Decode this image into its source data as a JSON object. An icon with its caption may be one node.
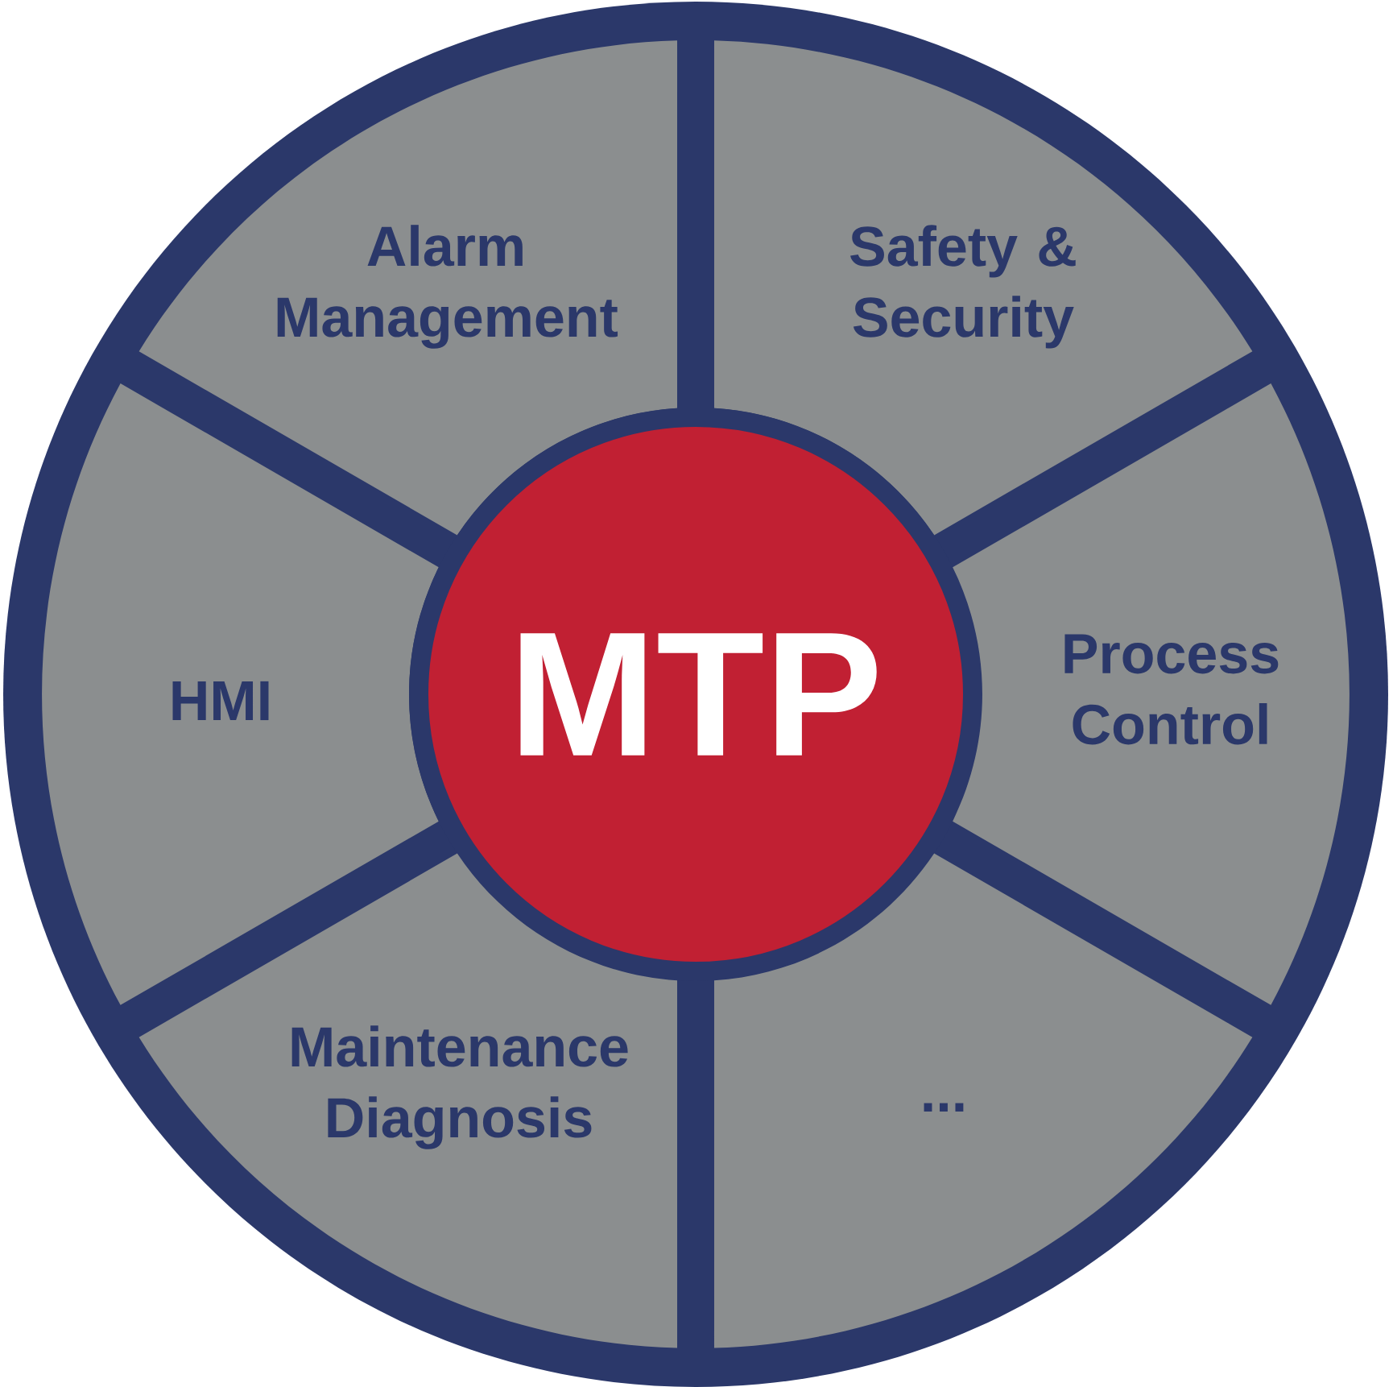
{
  "diagram": {
    "nodes": [
      {
        "text": [
          "Alarm Management"
        ]
      },
      {
        "text": [
          "Safety & Security"
        ]
      },
      {
        "text": [
          "HMI"
        ]
      },
      {
        "text": [
          "MTP"
        ]
      },
      {
        "text": [
          "Process Control"
        ]
      },
      {
        "text": [
          "Maintenance Diagnosis"
        ]
      },
      {
        "text": [
          "..."
        ]
      }
    ]
  }
}
